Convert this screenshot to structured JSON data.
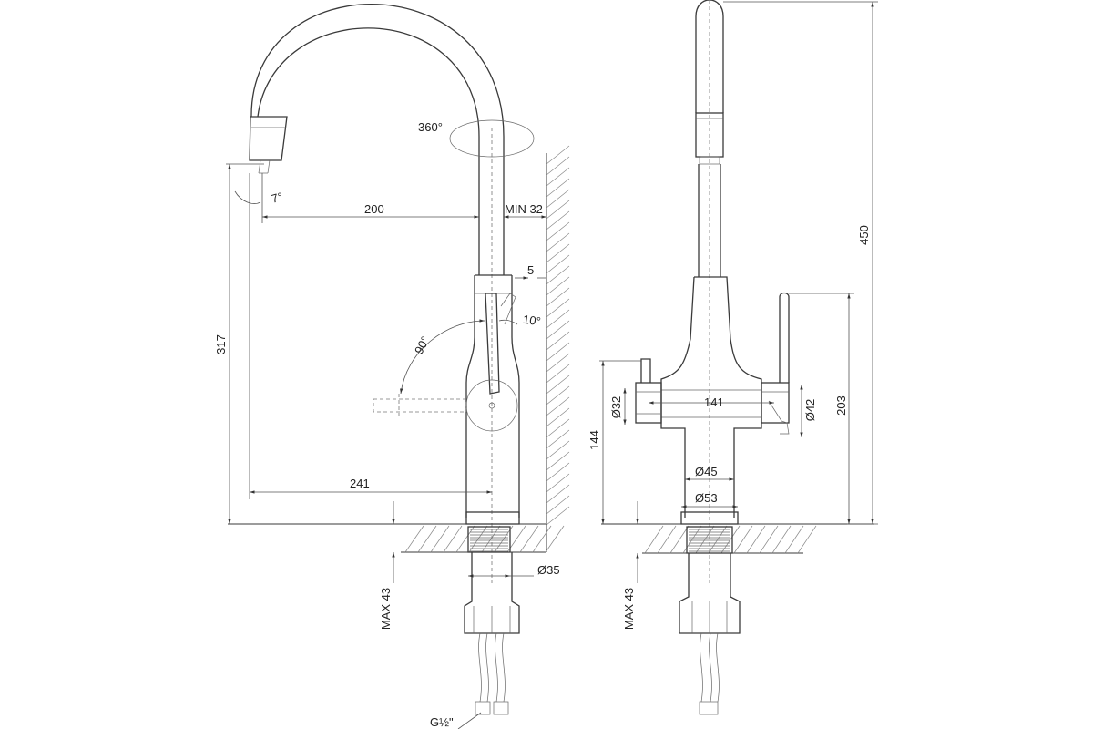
{
  "dimensions": {
    "rotation_360": "360°",
    "spout_angle_7": "7°",
    "reach_200": "200",
    "wall_min_32": "MIN 32",
    "handle_offset_5": "5",
    "handle_tilt_10": "10°",
    "handle_swing_90": "90°",
    "height_317": "317",
    "reach_241": "241",
    "base_diameter_35": "Ø35",
    "counter_max_43_left": "MAX 43",
    "thread_g12": "G½\"",
    "total_height_450": "450",
    "handle_height_203": "203",
    "handle_spacing_141": "141",
    "body_diameter_32": "Ø32",
    "body_diameter_42": "Ø42",
    "height_144": "144",
    "base_diameter_45": "Ø45",
    "base_diameter_53": "Ø53",
    "counter_max_43_right": "MAX 43"
  },
  "colors": {
    "line": "#3a3a3a",
    "background": "#ffffff"
  }
}
